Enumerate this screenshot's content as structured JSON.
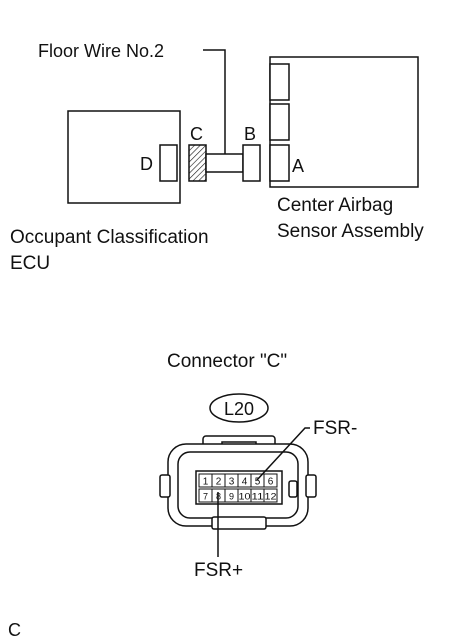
{
  "labels": {
    "floor_wire": "Floor Wire No.2",
    "center_airbag_line1": "Center Airbag",
    "center_airbag_line2": "Sensor Assembly",
    "occupant_line1": "Occupant Classification",
    "occupant_line2": "ECU",
    "pin_a": "A",
    "pin_b": "B",
    "pin_c": "C",
    "pin_d": "D",
    "connector_title": "Connector \"C\"",
    "connector_code": "L20",
    "fsr_minus": "FSR-",
    "fsr_plus": "FSR+",
    "figure_code": "C"
  },
  "connector_pins": {
    "top_row": [
      "1",
      "2",
      "3",
      "4",
      "5",
      "6"
    ],
    "bottom_row": [
      "7",
      "8",
      "9",
      "10",
      "11",
      "12"
    ]
  }
}
